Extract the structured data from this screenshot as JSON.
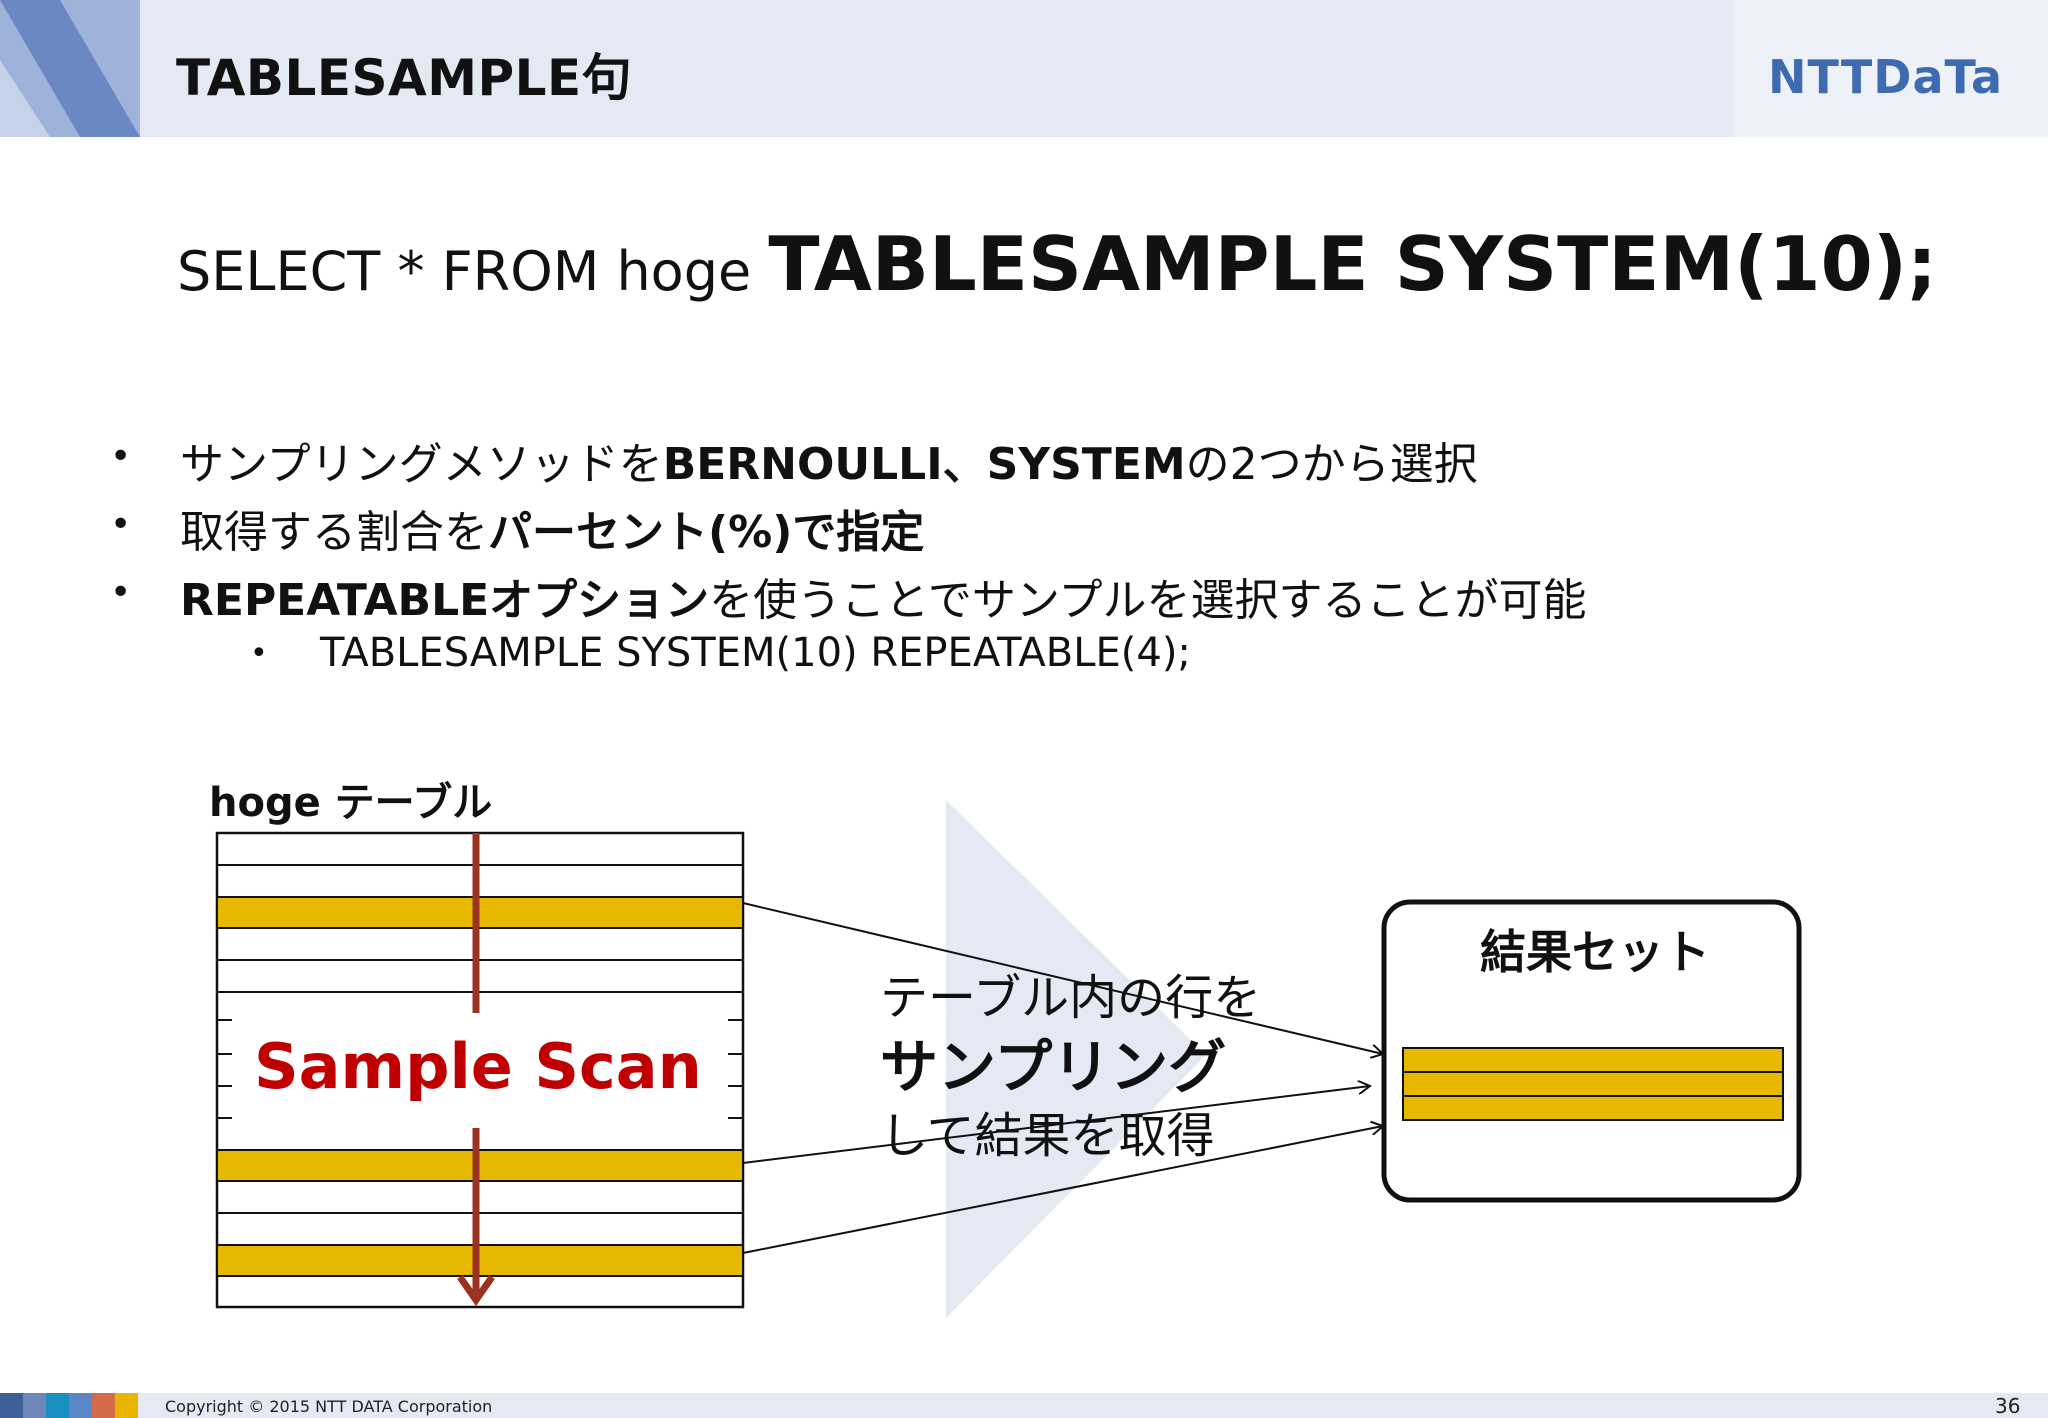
{
  "header": {
    "title": "TABLESAMPLE句",
    "brand": "NTTDaTa"
  },
  "sql": {
    "plain": "SELECT * FROM hoge ",
    "bold": "TABLESAMPLE  SYSTEM(10);"
  },
  "bullets": [
    {
      "dot": "•",
      "pre": "サンプリングメソッドを",
      "bold": "BERNOULLI、SYSTEM",
      "post": "の2つから選択"
    },
    {
      "dot": "•",
      "pre": "取得する割合を",
      "bold": "パーセント(%)で指定",
      "post": ""
    },
    {
      "dot": "•",
      "pre": "",
      "bold": "REPEATABLEオプション",
      "post": "を使うことでサンプルを選択することが可能"
    }
  ],
  "sub_bullet": {
    "dot": "•",
    "text": "TABLESAMPLE SYSTEM(10) REPEATABLE(4);"
  },
  "diagram": {
    "table_label": "hoge テーブル",
    "scan_label": "Sample Scan",
    "arrow_line1": "テーブル内の行を",
    "arrow_line2": "サンプリング",
    "arrow_line3": "して結果を取得",
    "result_label": "結果セット",
    "highlight_color": "#e6b800",
    "scan_arrow_color": "#9b3322",
    "triangle_color": "#e4e9f4"
  },
  "footer": {
    "copyright": "Copyright © 2015 NTT DATA Corporation",
    "page": "36",
    "block_colors": [
      "#3f5f9a",
      "#6f86b8",
      "#1a8fc0",
      "#5b87c9",
      "#d46a4c",
      "#e8b400"
    ]
  }
}
